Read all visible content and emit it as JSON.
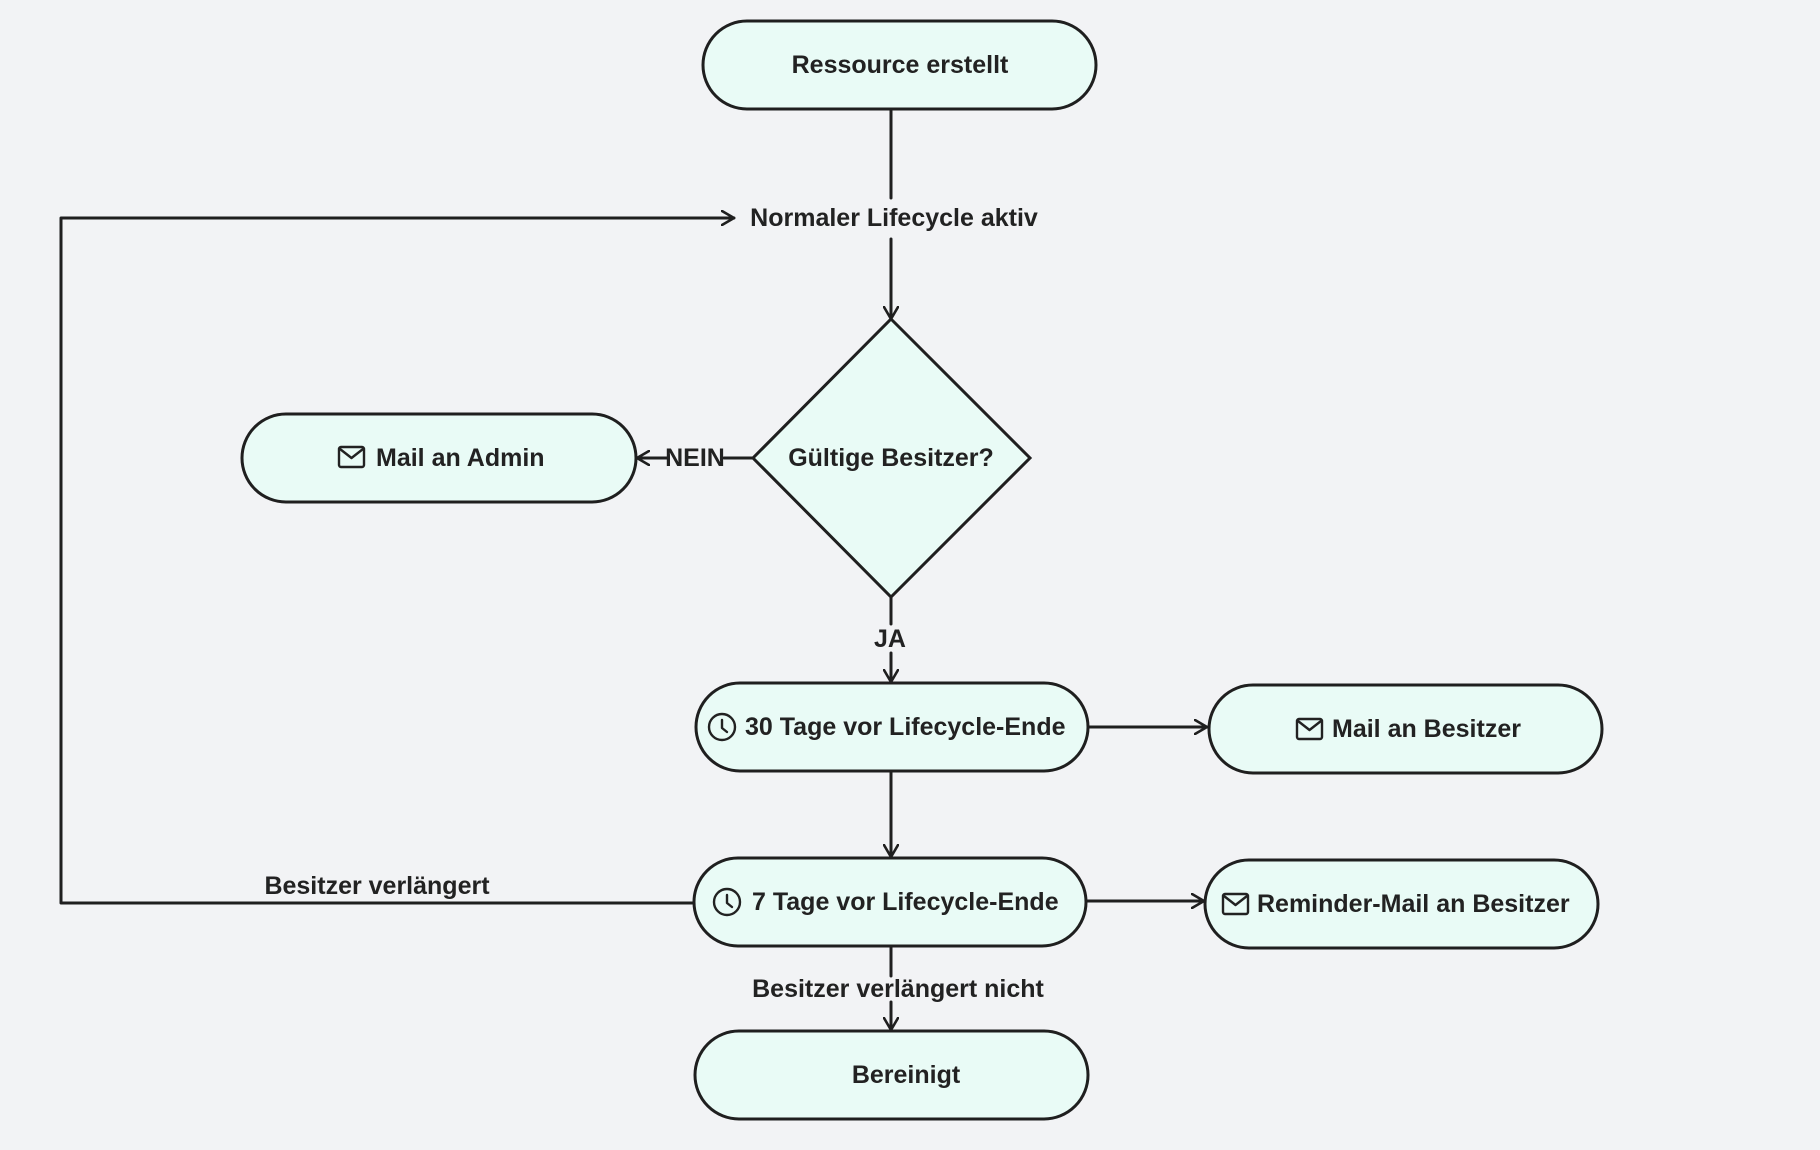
{
  "colors": {
    "background": "#f2f3f5",
    "node_fill": "#e9fbf6",
    "stroke": "#1f1f1f",
    "text": "#222222"
  },
  "nodes": {
    "start": {
      "label": "Ressource erstellt"
    },
    "normal": {
      "label": "Normaler Lifecycle aktiv"
    },
    "decision": {
      "label": "Gültige Besitzer?"
    },
    "admin_mail": {
      "label": "Mail an Admin",
      "icon": "mail-icon"
    },
    "t30": {
      "label": "30 Tage vor Lifecycle-Ende",
      "icon": "clock-icon"
    },
    "owner_mail": {
      "label": "Mail an Besitzer",
      "icon": "mail-icon"
    },
    "t7": {
      "label": "7 Tage vor Lifecycle-Ende",
      "icon": "clock-icon"
    },
    "reminder_mail": {
      "label": "Reminder-Mail an Besitzer",
      "icon": "mail-icon"
    },
    "end": {
      "label": "Bereinigt"
    }
  },
  "edges": {
    "no": "NEIN",
    "yes": "JA",
    "extended": "Besitzer verlängert",
    "not_extended": "Besitzer verlängert nicht"
  }
}
